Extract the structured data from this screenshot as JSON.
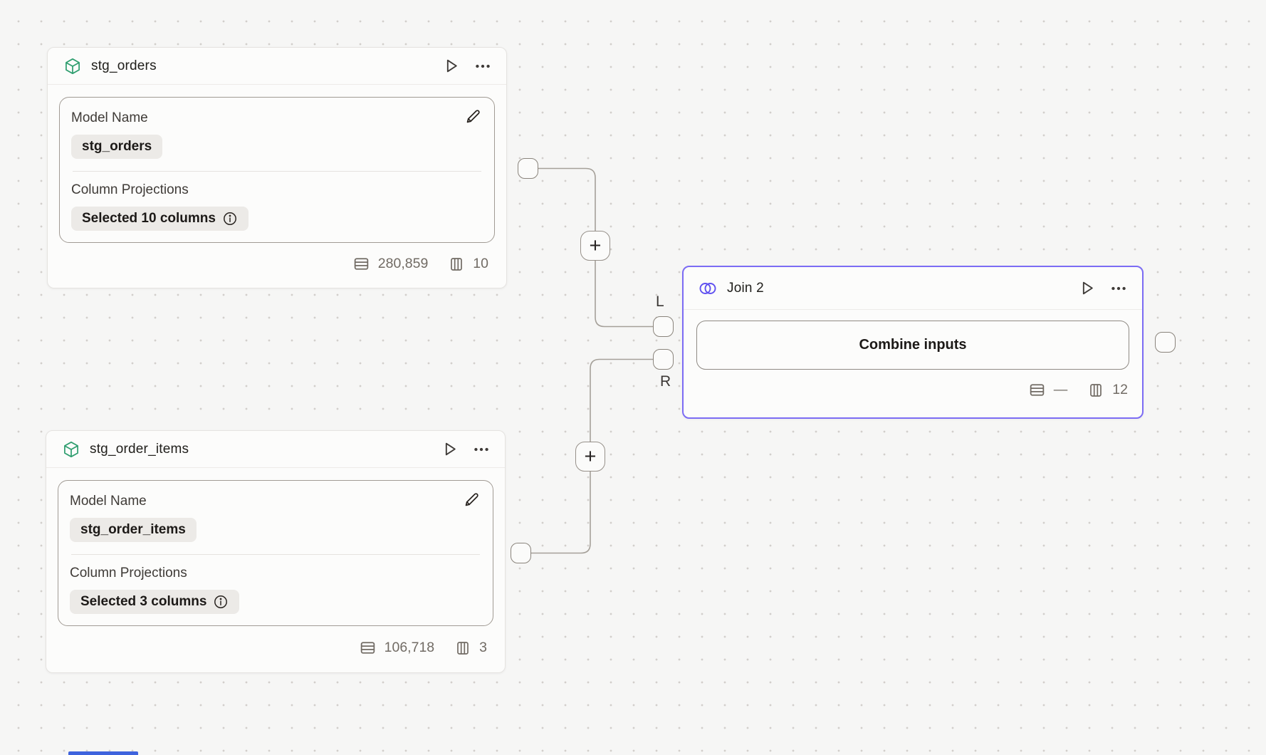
{
  "canvas": {
    "background": "#f6f6f5",
    "dot_color": "#d2cfcb",
    "edge_color": "#a5a099",
    "accent_purple": "#7c6cf4",
    "icon_green": "#2f9e6f"
  },
  "nodes": {
    "stg_orders": {
      "title": "stg_orders",
      "model_name_label": "Model Name",
      "model_name_value": "stg_orders",
      "projections_label": "Column Projections",
      "projections_value": "Selected 10 columns",
      "stats": {
        "rows": "280,859",
        "columns": "10"
      }
    },
    "stg_order_items": {
      "title": "stg_order_items",
      "model_name_label": "Model Name",
      "model_name_value": "stg_order_items",
      "projections_label": "Column Projections",
      "projections_value": "Selected 3 columns",
      "stats": {
        "rows": "106,718",
        "columns": "3"
      }
    },
    "join": {
      "title": "Join 2",
      "button_label": "Combine inputs",
      "stats": {
        "rows": "—",
        "columns": "12"
      }
    }
  },
  "ports": {
    "left_label": "L",
    "right_label": "R"
  },
  "plus_label": "+"
}
